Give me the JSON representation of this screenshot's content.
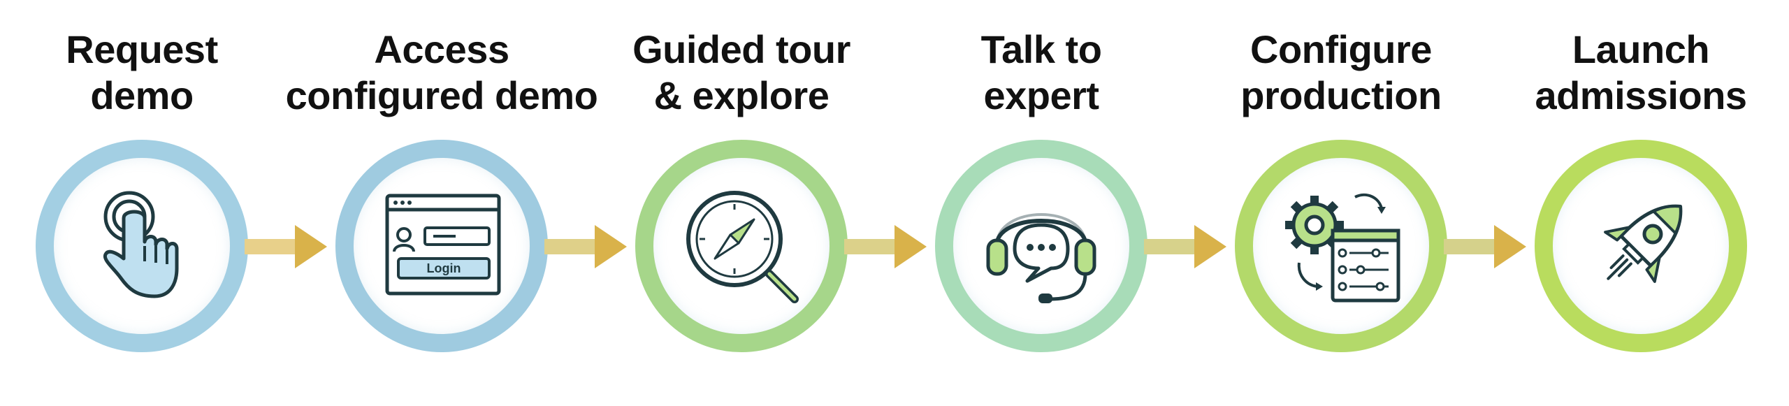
{
  "steps": [
    {
      "line1": "Request",
      "line2": "demo",
      "icon": "hand-tap-icon",
      "ring": "#a3cfe3"
    },
    {
      "line1": "Access",
      "line2": "configured demo",
      "icon": "login-window-icon",
      "ring": "#9fcbe0",
      "login_button": "Login"
    },
    {
      "line1": "Guided tour",
      "line2": "& explore",
      "icon": "compass-magnifier-icon",
      "ring": "#a6d68a"
    },
    {
      "line1": "Talk to",
      "line2": "expert",
      "icon": "headset-chat-icon",
      "ring": "#a8dcb8"
    },
    {
      "line1": "Configure",
      "line2": "production",
      "icon": "gear-settings-icon",
      "ring": "#b3d96a"
    },
    {
      "line1": "Launch",
      "line2": "admissions",
      "icon": "rocket-icon",
      "ring": "#b9dc5e"
    }
  ],
  "colors": {
    "arrow": "#d9b24a",
    "icon_stroke": "#1f3a40",
    "icon_fill_blue": "#bfe0f0",
    "icon_fill_green": "#b8e08a"
  }
}
